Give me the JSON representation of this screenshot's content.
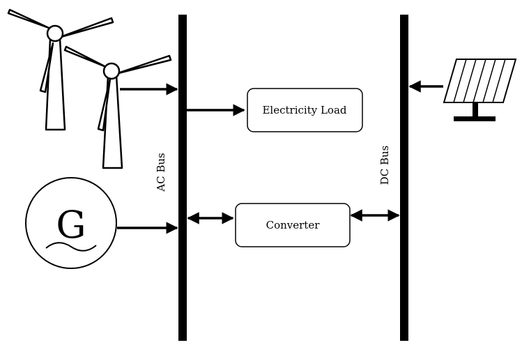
{
  "ac_bus": {
    "label": "AC Bus"
  },
  "dc_bus": {
    "label": "DC Bus"
  },
  "load": {
    "label": "Electricity Load"
  },
  "converter": {
    "label": "Converter"
  },
  "generator": {
    "symbol": "G"
  },
  "colors": {
    "stroke": "#000000",
    "background": "#ffffff"
  }
}
